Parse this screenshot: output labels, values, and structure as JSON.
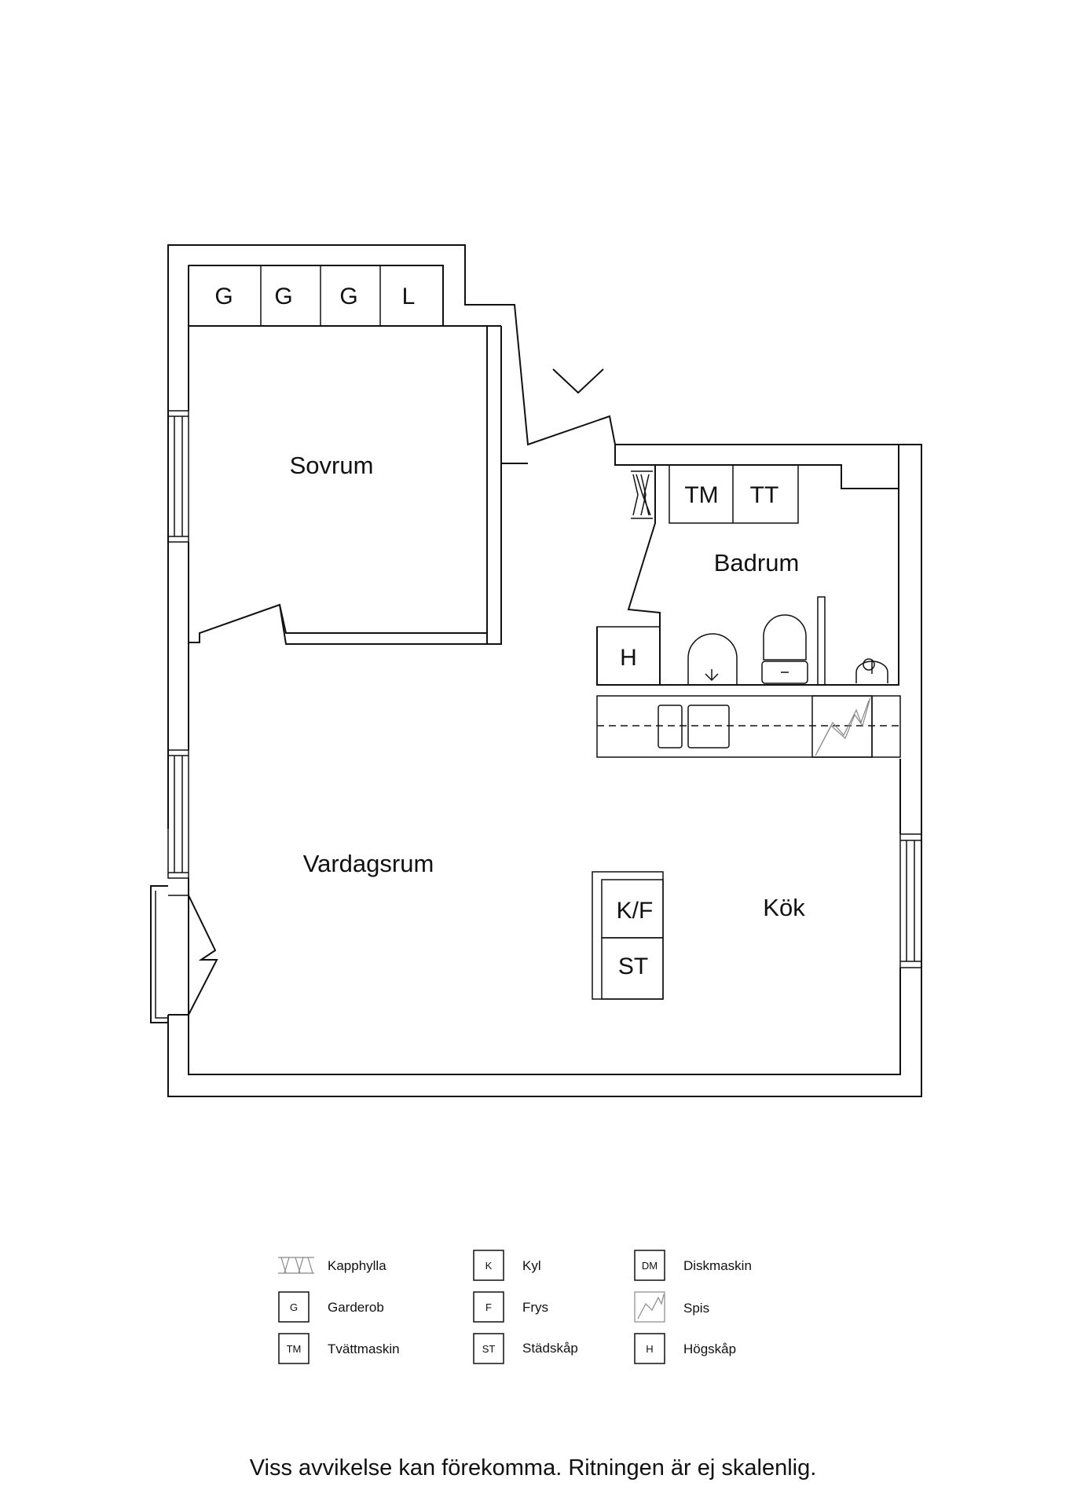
{
  "rooms": {
    "sovrum": "Sovrum",
    "badrum": "Badrum",
    "vardagsrum": "Vardagsrum",
    "kok": "Kök"
  },
  "fixtures": {
    "wardrobe_1": "G",
    "wardrobe_2": "G",
    "wardrobe_3": "G",
    "linen": "L",
    "washer": "TM",
    "dryer": "TT",
    "tall_cabinet": "H",
    "fridge_freezer": "K/F",
    "cleaning_cabinet": "ST"
  },
  "legend": [
    {
      "code": "",
      "icon": "coat-rack-icon",
      "label": "Kapphylla"
    },
    {
      "code": "G",
      "icon": "",
      "label": "Garderob"
    },
    {
      "code": "TM",
      "icon": "",
      "label": "Tvättmaskin"
    },
    {
      "code": "K",
      "icon": "",
      "label": "Kyl"
    },
    {
      "code": "F",
      "icon": "",
      "label": "Frys"
    },
    {
      "code": "ST",
      "icon": "",
      "label": "Städskåp"
    },
    {
      "code": "DM",
      "icon": "",
      "label": "Diskmaskin"
    },
    {
      "code": "",
      "icon": "stove-icon",
      "label": "Spis"
    },
    {
      "code": "H",
      "icon": "",
      "label": "Högskåp"
    }
  ],
  "disclaimer": "Viss avvikelse kan förekomma. Ritningen är ej skalenlig."
}
